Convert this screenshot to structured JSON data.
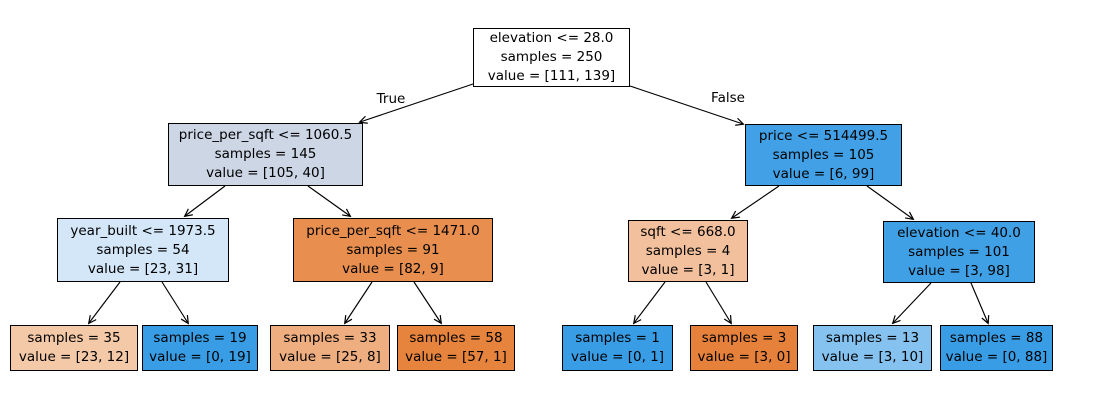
{
  "figure": {
    "type": "decision-tree",
    "background": "#ffffff",
    "edge_color": "#000000",
    "node_border_color": "#000000",
    "class_colors": {
      "class0_orange": "#e58139",
      "class1_blue": "#399de5"
    }
  },
  "edge_labels": {
    "true_label": "True",
    "false_label": "False"
  },
  "tree": {
    "nodes": {
      "root": {
        "condition": "elevation <= 28.0",
        "samples": "samples = 250",
        "value": "value = [111, 139]",
        "fill": "#ffffff"
      },
      "l": {
        "condition": "price_per_sqft <= 1060.5",
        "samples": "samples = 145",
        "value": "value = [105, 40]",
        "fill": "#ccd6e5"
      },
      "r": {
        "condition": "price <= 514499.5",
        "samples": "samples = 105",
        "value": "value = [6, 99]",
        "fill": "#42a1e6"
      },
      "ll": {
        "condition": "year_built <= 1973.5",
        "samples": "samples = 54",
        "value": "value = [23, 31]",
        "fill": "#d3e7f9"
      },
      "lr": {
        "condition": "price_per_sqft <= 1471.0",
        "samples": "samples = 91",
        "value": "value = [82, 9]",
        "fill": "#e88e4e"
      },
      "rl": {
        "condition": "sqft <= 668.0",
        "samples": "samples = 4",
        "value": "value = [3, 1]",
        "fill": "#f2c09c"
      },
      "rr": {
        "condition": "elevation <= 40.0",
        "samples": "samples = 101",
        "value": "value = [3, 98]",
        "fill": "#40a0e6"
      },
      "lll": {
        "samples": "samples = 35",
        "value": "value = [23, 12]",
        "fill": "#f4c9a8"
      },
      "llr": {
        "samples": "samples = 19",
        "value": "value = [0, 19]",
        "fill": "#399de5"
      },
      "lrl": {
        "samples": "samples = 33",
        "value": "value = [25, 8]",
        "fill": "#efae80"
      },
      "lrr": {
        "samples": "samples = 58",
        "value": "value = [57, 1]",
        "fill": "#e6843d"
      },
      "rll": {
        "samples": "samples = 1",
        "value": "value = [0, 1]",
        "fill": "#399de5"
      },
      "rlr": {
        "samples": "samples = 3",
        "value": "value = [3, 0]",
        "fill": "#e5813a"
      },
      "rrl": {
        "samples": "samples = 13",
        "value": "value = [3, 10]",
        "fill": "#85c2ef"
      },
      "rrr": {
        "samples": "samples = 88",
        "value": "value = [0, 88]",
        "fill": "#399de5"
      }
    }
  }
}
